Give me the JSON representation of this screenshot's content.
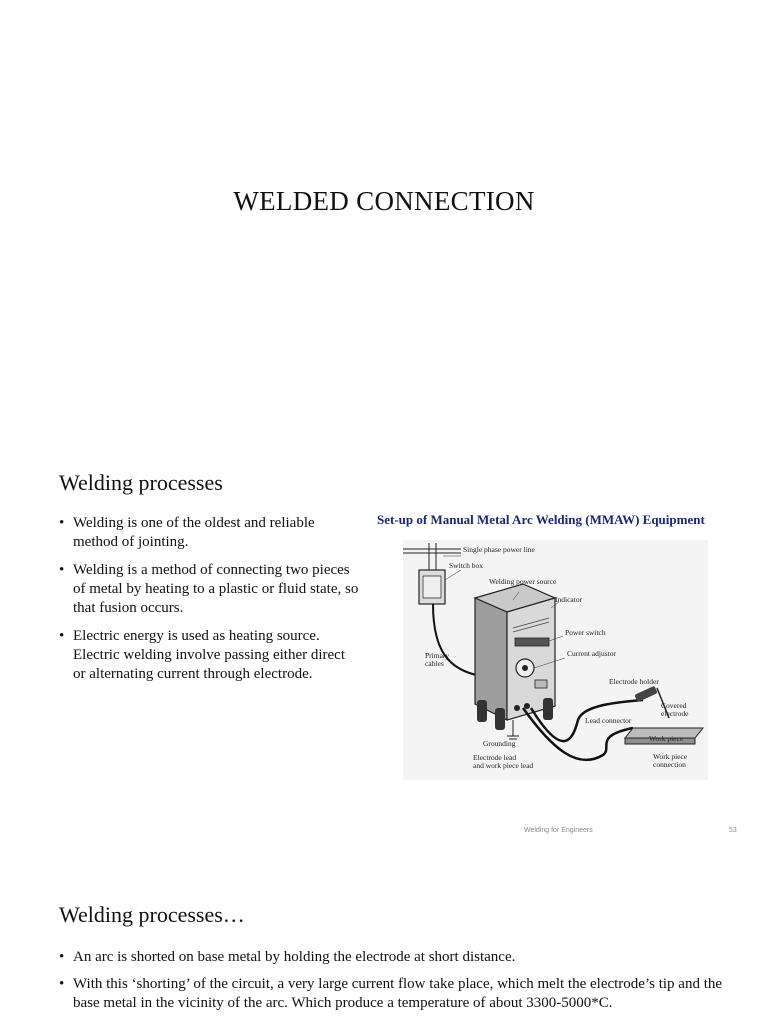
{
  "slide1": {
    "title": "WELDED CONNECTION"
  },
  "slide2": {
    "heading": "Welding processes",
    "bullets": [
      "Welding is one of the oldest and reliable method of jointing.",
      "Welding is a method of connecting two pieces of metal by heating to a plastic or fluid state, so that fusion occurs.",
      "Electric energy is used as heating source. Electric welding involve passing either direct or alternating current through electrode."
    ],
    "diagram": {
      "caption": "Set-up of Manual Metal Arc Welding (MMAW) Equipment",
      "labels": {
        "single_phase": "Single phase power line",
        "switch_box": "Switch box",
        "power_source": "Welding power source",
        "indicator": "Indicator",
        "power_switch": "Power switch",
        "current_adjustor": "Current adjustor",
        "primary_cables": "Primary\ncables",
        "electrode_holder": "Electrode holder",
        "covered_electrode": "Covered\nelectrode",
        "lead_connector": "Lead connector",
        "work_piece": "Work piece",
        "grounding": "Grounding",
        "electrode_lead": "Electrode lead\nand work piece lead",
        "work_piece_connection": "Work piece\nconnection"
      }
    },
    "footer": "Welding for Engineers",
    "page_number": "53"
  },
  "slide3": {
    "heading": "Welding processes…",
    "bullets": [
      "An arc is shorted on base metal by holding the electrode at short distance.",
      "With this ‘shorting’ of the circuit, a very large current flow take place, which melt the electrode’s tip and the base metal in the vicinity of the arc. Which produce a temperature of about 3300-5000*C."
    ]
  }
}
